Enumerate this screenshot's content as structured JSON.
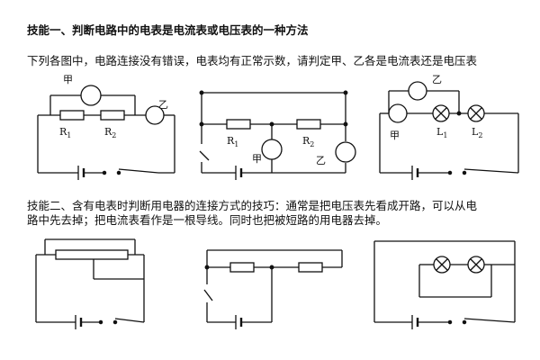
{
  "heading": "技能一、判断电路中的电表是电流表或电压表的一种方法",
  "intro": "下列各图中，电路连接没有错误，电表均有正常示数，请判定甲、乙各是电流表还是电压表",
  "skill2_line1": "技能二、含有电表时判断用电器的连接方式的技巧：通常是把电压表先看成开路，可以从电",
  "skill2_line2": "路中先去掉；把电流表看作是一根导线。同时也把被短路的用电器去掉。",
  "labels": {
    "jia": "甲",
    "yi": "乙",
    "r1": "R",
    "r2": "R",
    "l1": "L",
    "l2": "L",
    "sub1": "1",
    "sub2": "2"
  }
}
